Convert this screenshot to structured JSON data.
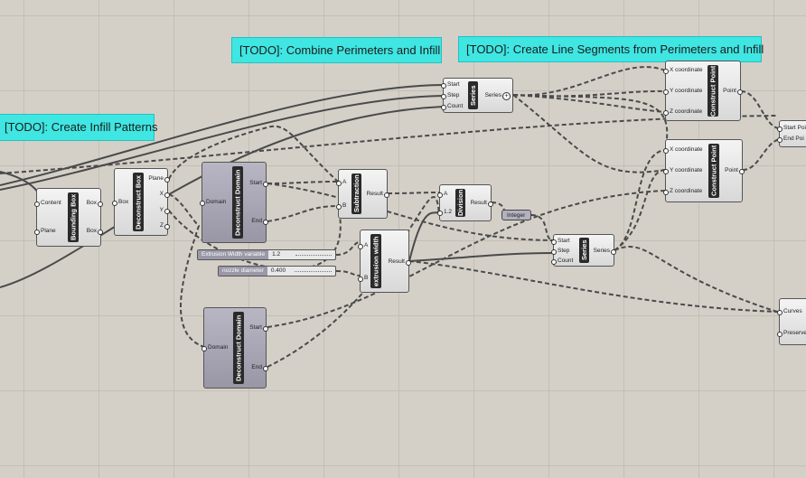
{
  "groups": {
    "infill_patterns": "[TODO]: Create Infill Patterns",
    "combine": "[TODO]: Combine Perimeters and Infill",
    "line_segments": "[TODO]: Create Line Segments from Perimeters and Infill"
  },
  "components": {
    "bounding_box": {
      "title": "Bounding Box",
      "in": [
        "Content",
        "Plane"
      ],
      "out": [
        "Box",
        "Box"
      ]
    },
    "deconstruct_box": {
      "title": "Deconstruct Box",
      "in": [
        "Box"
      ],
      "out": [
        "Plane",
        "X",
        "Y",
        "Z"
      ]
    },
    "deconstruct_domain_1": {
      "title": "Deconstruct Domain",
      "in": [
        "Domain"
      ],
      "out": [
        "Start",
        "End"
      ]
    },
    "deconstruct_domain_2": {
      "title": "Deconstruct Domain",
      "in": [
        "Domain"
      ],
      "out": [
        "Start",
        "End"
      ]
    },
    "subtraction": {
      "title": "Subtraction",
      "in": [
        "A",
        "B"
      ],
      "out": [
        "Result"
      ]
    },
    "division": {
      "title": "Division",
      "in": [
        "A",
        "1.2"
      ],
      "out": [
        "Result"
      ]
    },
    "extrusion_width": {
      "title": "extrusion width",
      "in": [
        "A",
        "B"
      ],
      "out": [
        "Result"
      ]
    },
    "series_top": {
      "title": "Series",
      "in": [
        "Start",
        "Step",
        "Count"
      ],
      "out": [
        "Series"
      ]
    },
    "series_mid": {
      "title": "Series",
      "in": [
        "Start",
        "Step",
        "Count"
      ],
      "out": [
        "Series"
      ]
    },
    "construct_point_1": {
      "title": "Construct Point",
      "in": [
        "X coordinate",
        "Y coordinate",
        "Z coordinate"
      ],
      "out": [
        "Point"
      ]
    },
    "construct_point_2": {
      "title": "Construct Point",
      "in": [
        "X coordinate",
        "Y coordinate",
        "Z coordinate"
      ],
      "out": [
        "Point"
      ]
    },
    "line_partial": {
      "in": [
        "Start Poi",
        "End Poi"
      ]
    },
    "curve_partial": {
      "in": [
        "Curves",
        "Preserve"
      ]
    }
  },
  "integer_panel": "Integer",
  "sliders": {
    "extrusion": {
      "label": "Extrusion Width variable",
      "value": "1.2"
    },
    "nozzle": {
      "label": "nozzle diameter",
      "value": "0.400"
    }
  },
  "colors": {
    "group": "#3fe6e2",
    "canvas": "#d4d0c8",
    "wire": "#4a4a4a"
  }
}
